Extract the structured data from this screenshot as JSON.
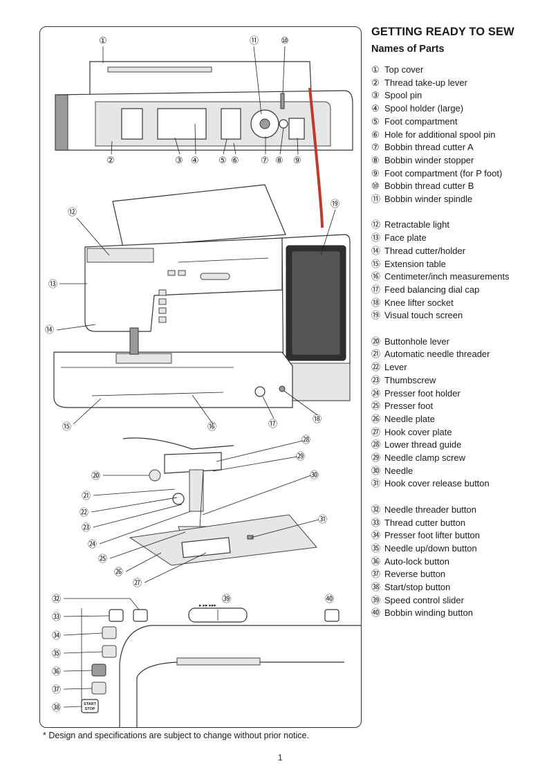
{
  "header": {
    "title": "GETTING READY TO SEW",
    "subtitle": "Names of Parts"
  },
  "parts": [
    {
      "num": "①",
      "name": "Top cover"
    },
    {
      "num": "②",
      "name": "Thread take-up lever"
    },
    {
      "num": "③",
      "name": "Spool pin"
    },
    {
      "num": "④",
      "name": "Spool holder (large)"
    },
    {
      "num": "⑤",
      "name": "Foot compartment"
    },
    {
      "num": "⑥",
      "name": "Hole for additional spool pin"
    },
    {
      "num": "⑦",
      "name": "Bobbin thread cutter A"
    },
    {
      "num": "⑧",
      "name": "Bobbin winder stopper"
    },
    {
      "num": "⑨",
      "name": "Foot compartment (for P foot)"
    },
    {
      "num": "⑩",
      "name": "Bobbin thread cutter B"
    },
    {
      "num": "⑪",
      "name": "Bobbin winder spindle"
    },
    {
      "num": "⑫",
      "name": "Retractable light"
    },
    {
      "num": "⑬",
      "name": "Face plate"
    },
    {
      "num": "⑭",
      "name": "Thread cutter/holder"
    },
    {
      "num": "⑮",
      "name": "Extension table"
    },
    {
      "num": "⑯",
      "name": "Centimeter/inch measurements"
    },
    {
      "num": "⑰",
      "name": "Feed balancing dial cap"
    },
    {
      "num": "⑱",
      "name": "Knee lifter socket"
    },
    {
      "num": "⑲",
      "name": "Visual touch screen"
    },
    {
      "num": "⑳",
      "name": "Buttonhole lever"
    },
    {
      "num": "㉑",
      "name": "Automatic needle threader"
    },
    {
      "num": "㉒",
      "name": "Lever"
    },
    {
      "num": "㉓",
      "name": "Thumbscrew"
    },
    {
      "num": "㉔",
      "name": "Presser foot holder"
    },
    {
      "num": "㉕",
      "name": "Presser foot"
    },
    {
      "num": "㉖",
      "name": "Needle plate"
    },
    {
      "num": "㉗",
      "name": "Hook cover plate"
    },
    {
      "num": "㉘",
      "name": "Lower thread guide"
    },
    {
      "num": "㉙",
      "name": "Needle clamp screw"
    },
    {
      "num": "㉚",
      "name": "Needle"
    },
    {
      "num": "㉛",
      "name": "Hook cover release button"
    },
    {
      "num": "㉜",
      "name": "Needle threader button"
    },
    {
      "num": "㉝",
      "name": "Thread cutter button"
    },
    {
      "num": "㉞",
      "name": "Presser foot lifter button"
    },
    {
      "num": "㉟",
      "name": "Needle up/down button"
    },
    {
      "num": "㊱",
      "name": "Auto-lock button"
    },
    {
      "num": "㊲",
      "name": "Reverse button"
    },
    {
      "num": "㊳",
      "name": "Start/stop button"
    },
    {
      "num": "㊴",
      "name": "Speed control slider"
    },
    {
      "num": "㊵",
      "name": "Bobbin winding button"
    }
  ],
  "figure": {
    "start_stop_label_1": "START",
    "start_stop_label_2": "STOP"
  },
  "footer": {
    "note": "* Design and specifications are subject to change without prior notice.",
    "page_number": "1"
  }
}
